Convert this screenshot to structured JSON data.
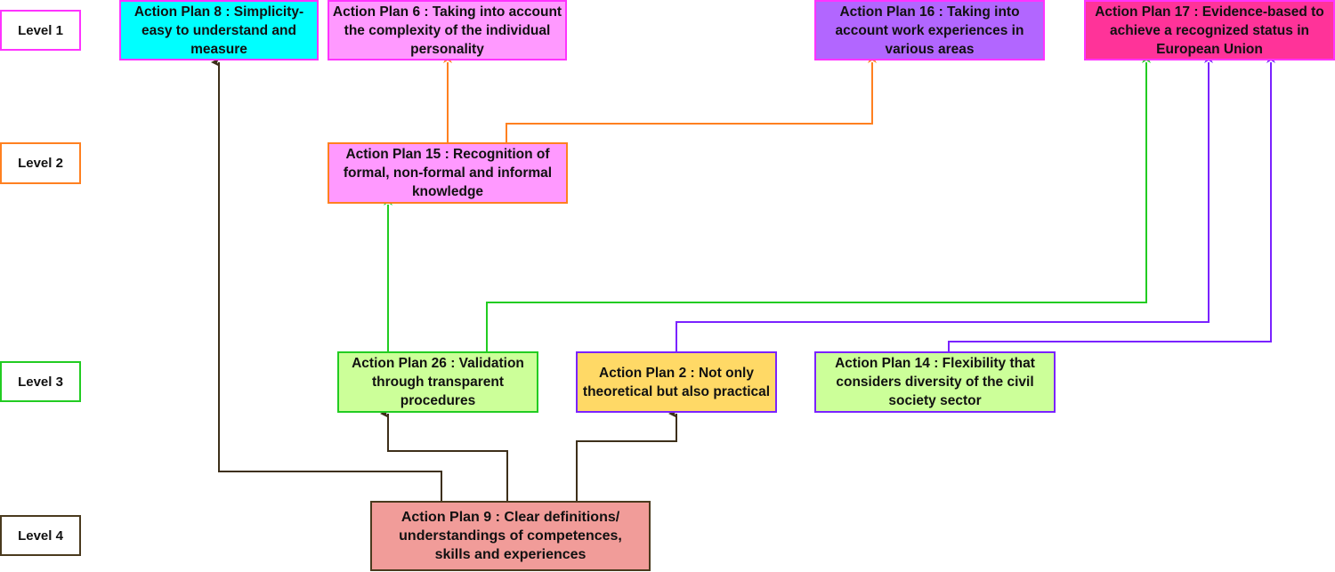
{
  "levels": [
    {
      "label": "Level 1",
      "color": "#ff33ff"
    },
    {
      "label": "Level 2",
      "color": "#ff8020"
    },
    {
      "label": "Level 3",
      "color": "#22cc22"
    },
    {
      "label": "Level 4",
      "color": "#4a3a1e"
    }
  ],
  "nodes": {
    "ap8": {
      "text": "Action Plan 8 : Simplicity- easy to understand and measure",
      "fill": "#00ffff",
      "border": "#ff33ff",
      "level": 1
    },
    "ap6": {
      "text": "Action Plan 6 : Taking into account the complexity of the individual personality",
      "fill": "#ff99ff",
      "border": "#ff33ff",
      "level": 1
    },
    "ap16": {
      "text": "Action Plan 16 : Taking into account work experiences in various areas",
      "fill": "#b266ff",
      "border": "#ff33ff",
      "level": 1
    },
    "ap17": {
      "text": "Action Plan 17 : Evidence-based to achieve a recognized status in European Union",
      "fill": "#ff3399",
      "border": "#ff33ff",
      "level": 1
    },
    "ap15": {
      "text": "Action Plan 15 : Recognition of formal, non-formal and informal knowledge",
      "fill": "#ff99ff",
      "border": "#ff8020",
      "level": 2
    },
    "ap26": {
      "text": "Action Plan 26 : Validation through transparent procedures",
      "fill": "#ccff99",
      "border": "#22cc22",
      "level": 3
    },
    "ap2": {
      "text": "Action Plan 2 : Not only theoretical but also practical",
      "fill": "#ffd966",
      "border": "#7a22ff",
      "level": 3
    },
    "ap14": {
      "text": "Action Plan 14 : Flexibility that considers diversity of the civil society sector",
      "fill": "#ccff99",
      "border": "#7a22ff",
      "level": 3
    },
    "ap9": {
      "text": "Action Plan 9 : Clear definitions/ understandings of competences, skills and experiences",
      "fill": "#f19c99",
      "border": "#4a3a1e",
      "level": 4
    }
  },
  "edges": [
    {
      "from": "ap9",
      "to": "ap8",
      "color": "#3d2f1a"
    },
    {
      "from": "ap9",
      "to": "ap26",
      "color": "#3d2f1a"
    },
    {
      "from": "ap9",
      "to": "ap2",
      "color": "#3d2f1a"
    },
    {
      "from": "ap26",
      "to": "ap15",
      "color": "#22cc22"
    },
    {
      "from": "ap26",
      "to": "ap17",
      "color": "#22cc22"
    },
    {
      "from": "ap2",
      "to": "ap17",
      "color": "#7a22ff"
    },
    {
      "from": "ap14",
      "to": "ap17",
      "color": "#7a22ff"
    },
    {
      "from": "ap15",
      "to": "ap6",
      "color": "#ff8020"
    },
    {
      "from": "ap15",
      "to": "ap16",
      "color": "#ff8020"
    }
  ]
}
